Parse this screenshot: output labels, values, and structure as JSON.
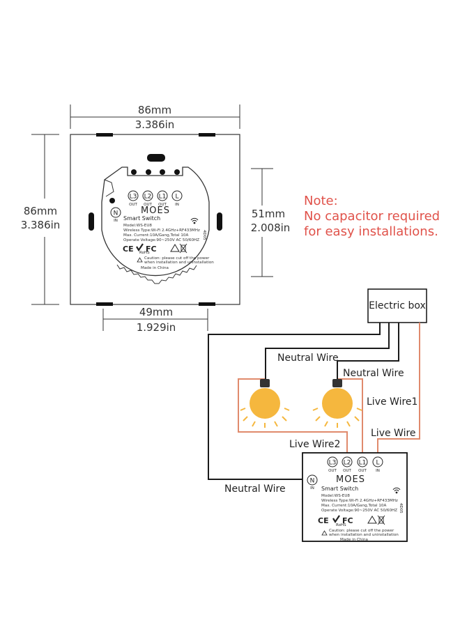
{
  "dimensions": {
    "width_mm": "86mm",
    "width_in": "3.386in",
    "height_mm": "86mm",
    "height_in": "3.386in",
    "module_height_mm": "51mm",
    "module_height_in": "2.008in",
    "module_width_mm": "49mm",
    "module_width_in": "1.929in"
  },
  "note": {
    "title": "Note:",
    "line1": "No capacitor required",
    "line2": "for easy installations."
  },
  "device": {
    "brand": "MOES",
    "product": "Smart Switch",
    "model": "Model:WS-EU8",
    "wireless": "Wireless Type:Wi-Fi 2.4GHz+RF433MHz",
    "current": "Max. Current:10A/Gang,Total 10A",
    "voltage": "Operate Voltage:90~250V AC 50/60HZ",
    "caution1": "Caution: please cut off the power",
    "caution2": "when installation and uninstallation",
    "made_in": "Made in China",
    "serial": "4D05",
    "cert_ce": "CE",
    "cert_fc": "FC",
    "cert_rohs": "RoHS",
    "terminals": [
      {
        "label": "L3",
        "sub": "OUT"
      },
      {
        "label": "L2",
        "sub": "OUT"
      },
      {
        "label": "L1",
        "sub": "OUT"
      },
      {
        "label": "L",
        "sub": "IN"
      }
    ],
    "neutral_terminal": {
      "label": "N",
      "sub": "IN"
    }
  },
  "wiring": {
    "electric_box": "Electric box",
    "neutral_wire_1": "Neutral Wire",
    "neutral_wire_2": "Neutral Wire",
    "neutral_wire_3": "Neutral Wire",
    "live_wire_1": "Live Wire1",
    "live_wire_2": "Live Wire2",
    "live_wire": "Live Wire"
  },
  "colors": {
    "wire_black": "#1a1a1a",
    "wire_red": "#e08a6c",
    "bulb": "#f5b73e",
    "note": "#e0524a"
  }
}
